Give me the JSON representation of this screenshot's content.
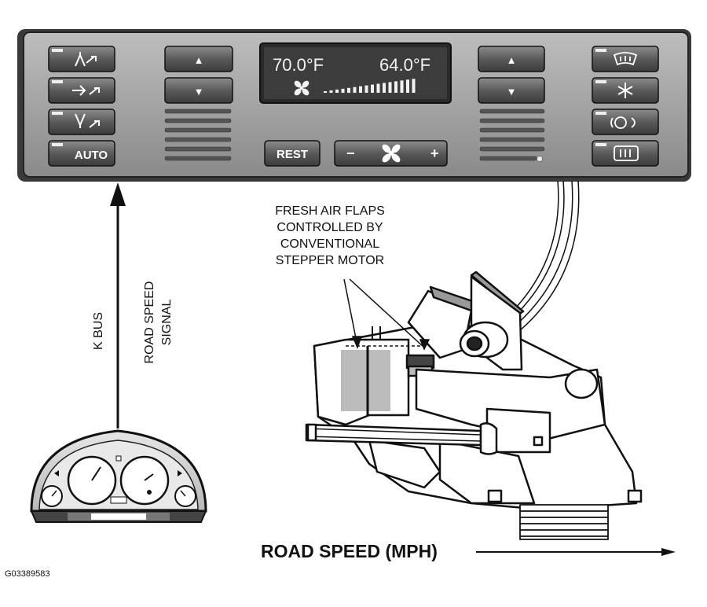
{
  "control_panel": {
    "display": {
      "temp_left": "70.0°F",
      "temp_right": "64.0°F",
      "fan_icon": "fan-icon"
    },
    "buttons": {
      "auto_label": "AUTO",
      "rest_label": "REST",
      "fan_minus": "−",
      "fan_plus": "+",
      "up_arrow": "▲",
      "down_arrow": "▼"
    }
  },
  "annotations": {
    "fresh_air_line1": "FRESH AIR FLAPS",
    "fresh_air_line2": "CONTROLLED BY",
    "fresh_air_line3": "CONVENTIONAL",
    "fresh_air_line4": "STEPPER MOTOR",
    "k_bus": "K BUS",
    "road_speed_line1": "ROAD SPEED",
    "road_speed_line2": "SIGNAL",
    "road_speed_mph": "ROAD SPEED (MPH)",
    "figure_id": "G03389583"
  }
}
